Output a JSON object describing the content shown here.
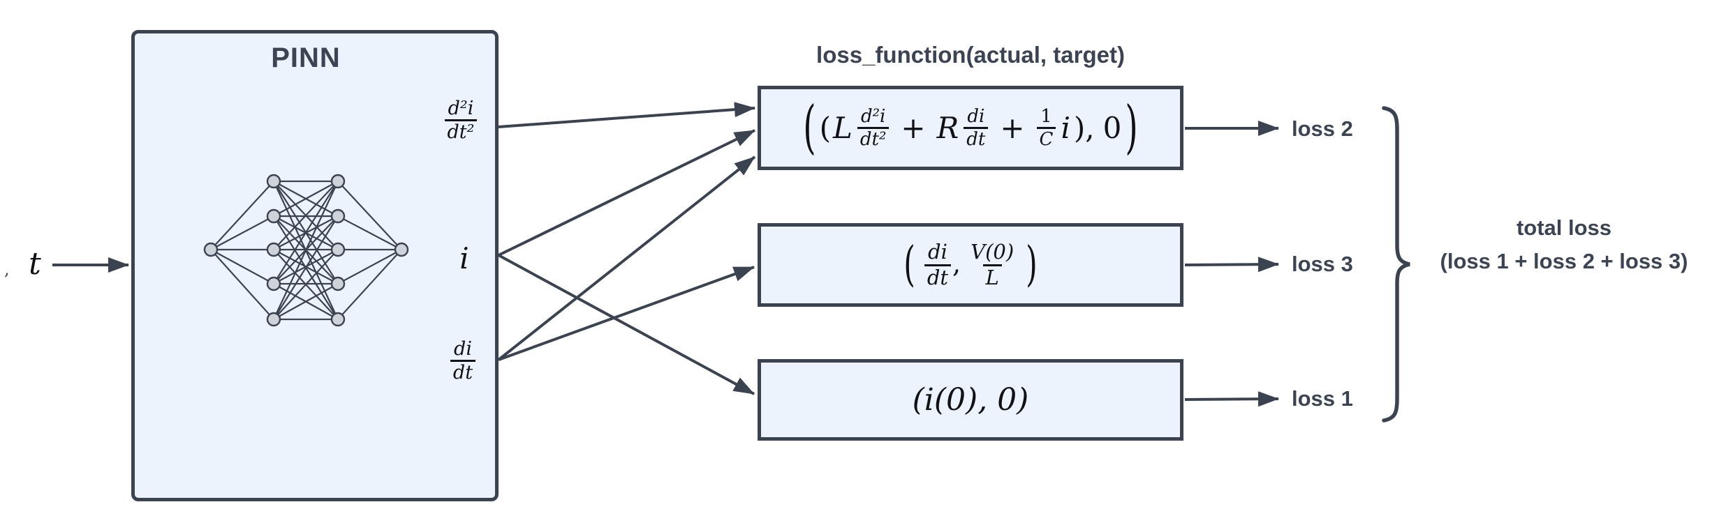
{
  "diagram": {
    "input": {
      "label": "t",
      "stray_mark": ","
    },
    "pinn": {
      "title": "PINN",
      "output_d2i": {
        "num": "d²i",
        "den": "dt²"
      },
      "output_i": "i",
      "output_di": {
        "num": "di",
        "den": "dt"
      }
    },
    "loss_header": "loss_function(actual, target)",
    "boxes": {
      "ode": {
        "open_big": "(",
        "open": "(",
        "L": "L",
        "frac_d2i": {
          "num": "d²i",
          "den": "dt²"
        },
        "plus1": "+",
        "R": "R",
        "frac_di": {
          "num": "di",
          "den": "dt"
        },
        "plus2": "+",
        "frac_1C": {
          "num": "1",
          "den": "C"
        },
        "i": "i",
        "close_comma": "),",
        "zero": "0",
        "close_big": ")"
      },
      "init_deriv": {
        "open_big": "(",
        "frac_di": {
          "num": "di",
          "den": "dt"
        },
        "comma": ",",
        "frac_V": {
          "num": "V(0)",
          "den": "L"
        },
        "close_big": ")"
      },
      "init_current": {
        "formula": "(i(0), 0)"
      }
    },
    "loss_labels": {
      "loss2": "loss 2",
      "loss3": "loss 3",
      "loss1": "loss 1"
    },
    "total": {
      "line1": "total loss",
      "line2": "(loss 1 + loss 2 + loss 3)"
    }
  },
  "colors": {
    "stroke": "#3b4350",
    "box_fill": "#edf3fd",
    "node_fill": "#cdd3d9",
    "text": "#3c4453",
    "math": "#101114",
    "bg": "#ffffff"
  }
}
